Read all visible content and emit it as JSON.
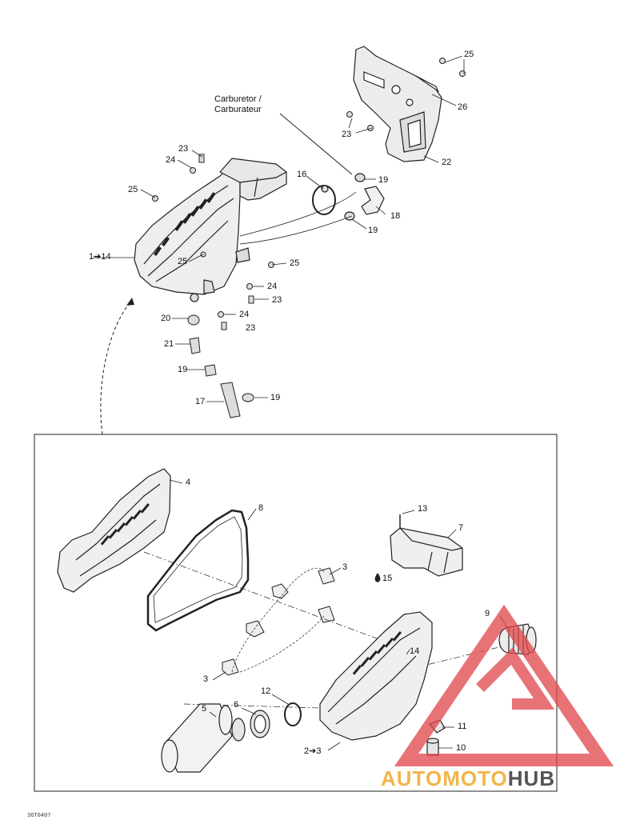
{
  "carburetor_label": {
    "line1": "Carburetor /",
    "line2": "Carburateur"
  },
  "callouts": {
    "c25_top": "25",
    "c26": "26",
    "c23_top": "23",
    "c22": "22",
    "c23_a": "23",
    "c24_a": "24",
    "c25_a": "25",
    "c16": "16",
    "c19_a": "19",
    "c18": "18",
    "c19_b": "19",
    "c1to14": "1➔14",
    "c25_b": "25",
    "c25_c": "25",
    "c24_b": "24",
    "c23_b": "23",
    "c20": "20",
    "c24_c": "24",
    "c23_c": "23",
    "c21": "21",
    "c19_c": "19",
    "c17": "17",
    "c19_d": "19",
    "c4": "4",
    "c8": "8",
    "c13": "13",
    "c7": "7",
    "c3_a": "3",
    "c15": "15",
    "c9": "9",
    "c14": "14",
    "c3_b": "3",
    "c12": "12",
    "c5": "5",
    "c6": "6",
    "c11": "11",
    "c10": "10",
    "c2to3": "2➔3"
  },
  "figure_ref": "36T0407",
  "watermark": {
    "part1": "AUTOMOTO",
    "part2": "HUB",
    "color_main": "#f2b54a",
    "color_dark": "#555555",
    "logo_color": "#e0454a"
  }
}
